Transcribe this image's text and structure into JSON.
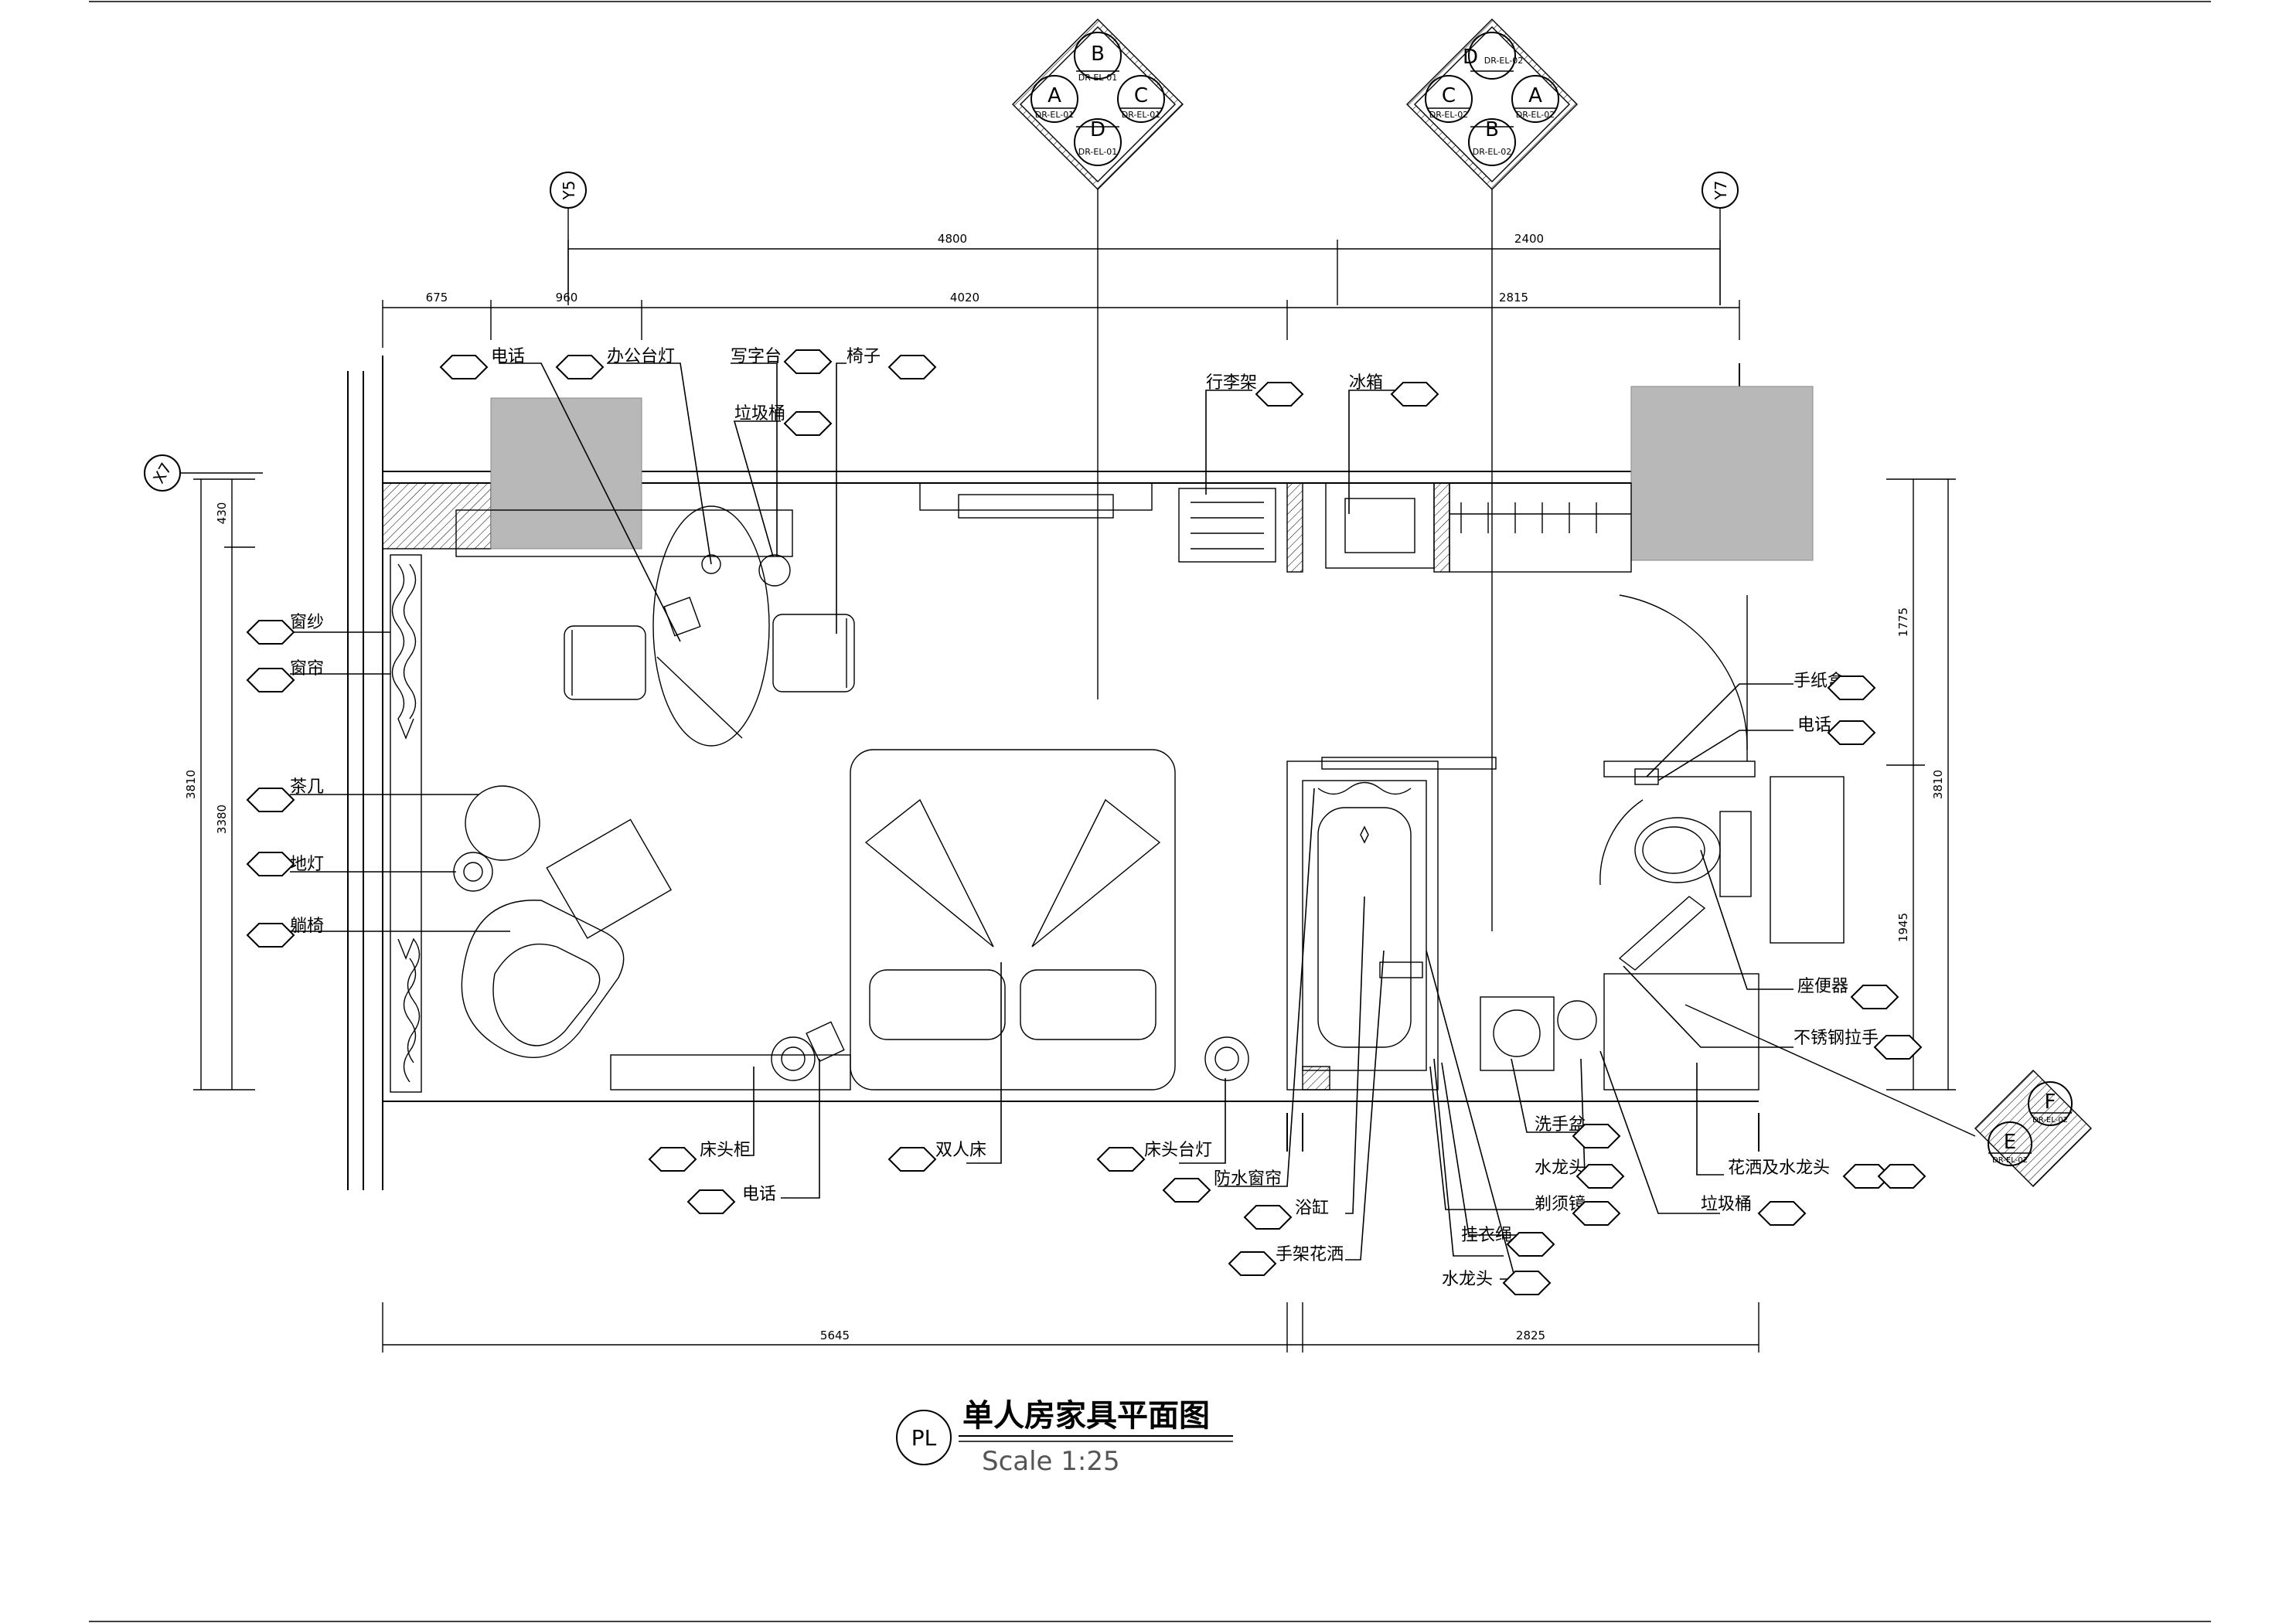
{
  "title": {
    "badge": "PL",
    "name": "单人房家具平面图",
    "scale": "Scale 1:25"
  },
  "axes": {
    "y5": "Y5",
    "y7": "Y7",
    "x7": "X7"
  },
  "elevation_markers": {
    "left": {
      "top": "B",
      "left": "A",
      "right": "C",
      "bottom": "D",
      "ref_top": "DR-EL-01",
      "ref_left": "DR-EL-01",
      "ref_right": "DR-EL-01",
      "ref_bottom": "DR-EL-01"
    },
    "right": {
      "top": "D",
      "left": "C",
      "right": "A",
      "bottom": "B",
      "ref_top": "DR-EL-02",
      "ref_left": "DR-EL-02",
      "ref_right": "DR-EL-02",
      "ref_bottom": "DR-EL-02"
    },
    "corner": {
      "top": "F",
      "bottom": "E",
      "ref_top": "DR-EL-02",
      "ref_bottom": "DR-EL-02"
    }
  },
  "dimensions": {
    "top_axis": [
      "4800",
      "2400"
    ],
    "top_detail": [
      "675",
      "960",
      "4020",
      "2815"
    ],
    "left": [
      "3810",
      "430",
      "3380"
    ],
    "right": [
      "1775",
      "1945",
      "3810"
    ],
    "bottom": [
      "5645",
      "2825"
    ]
  },
  "labels": {
    "phone_top": "电话",
    "desk_lamp": "办公台灯",
    "desk": "写字台",
    "chair": "椅子",
    "trash_desk": "垃圾桶",
    "luggage_rack": "行李架",
    "fridge": "冰箱",
    "sheer": "窗纱",
    "curtain": "窗帘",
    "tea_table": "茶几",
    "floor_lamp": "地灯",
    "recliner": "躺椅",
    "tissue_box": "手纸盒",
    "phone_bath": "电话",
    "toilet": "座便器",
    "grab_bar": "不锈钢拉手",
    "nightstand": "床头柜",
    "phone_bed": "电话",
    "double_bed": "双人床",
    "bed_lamp": "床头台灯",
    "shower_curtain": "防水窗帘",
    "bathtub": "浴缸",
    "hand_shower": "手架花洒",
    "washbasin": "洗手盆",
    "faucet_basin": "水龙头",
    "shaving_mirror": "剃须镜",
    "clothesline": "挂衣绳",
    "faucet_tub": "水龙头",
    "shower_faucet": "花洒及水龙头",
    "trash_bath": "垃圾桶"
  }
}
